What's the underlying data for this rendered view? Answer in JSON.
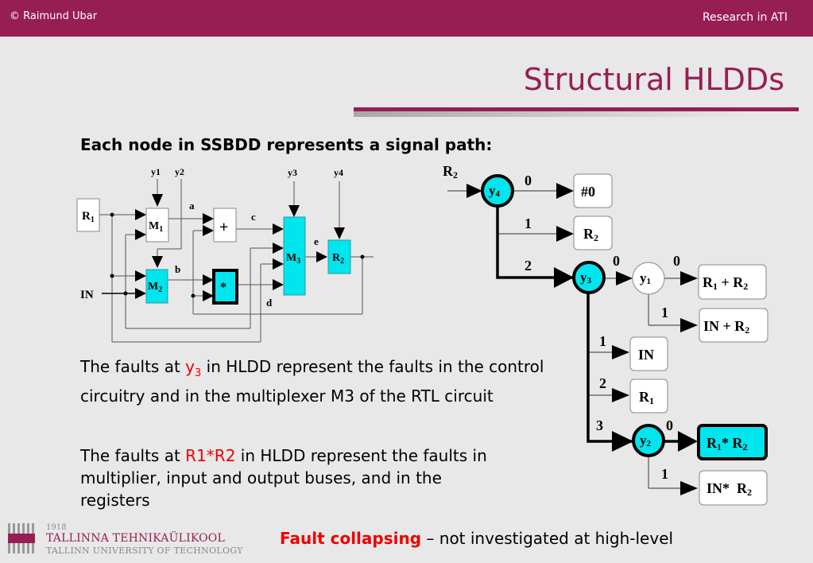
{
  "header": {
    "author": "© Raimund Ubar",
    "right_label": "Research in ATI",
    "brand_color": "#971e52"
  },
  "slide": {
    "title": "Structural HLDDs",
    "subheading": "Each node in SSBDD represents a signal path:",
    "paragraph1": {
      "prefix": "The faults at ",
      "highlight_base": "y",
      "highlight_sub": "3",
      "suffix": " in HLDD represent the faults in the control circuitry and in the multiplexer M3 of the RTL circuit"
    },
    "paragraph2": {
      "prefix": "The faults at ",
      "highlight": "R1*R2",
      "suffix": " in HLDD represent the faults in multiplier, input and output buses, and in the registers"
    },
    "footer_note": {
      "highlight": "Fault collapsing",
      "rest": " – not investigated at high-level"
    },
    "highlight_color": "#ee0000"
  },
  "circuit": {
    "control_inputs": [
      "y1",
      "y2",
      "y3",
      "y4"
    ],
    "blocks": {
      "r1": {
        "base": "R",
        "sub": "1"
      },
      "m1": {
        "base": "M",
        "sub": "1"
      },
      "m2": {
        "base": "M",
        "sub": "2"
      },
      "m3": {
        "base": "M",
        "sub": "3"
      },
      "r2": {
        "base": "R",
        "sub": "2"
      },
      "adder": "+",
      "multiplier": "*"
    },
    "input_label": "IN",
    "wire_labels": [
      "a",
      "b",
      "c",
      "d",
      "e"
    ],
    "highlight_fill": "#00e5ee"
  },
  "hldd": {
    "root_label": {
      "base": "R",
      "sub": "2"
    },
    "nodes": {
      "y4": {
        "base": "y",
        "sub": "4"
      },
      "y3": {
        "base": "y",
        "sub": "3"
      },
      "y1": {
        "base": "y",
        "sub": "1"
      },
      "y2": {
        "base": "y",
        "sub": "2"
      }
    },
    "edges": {
      "y4_0": "0",
      "y4_1": "1",
      "y4_2": "2",
      "y3_0": "0",
      "y3_1": "1",
      "y3_2": "2",
      "y3_3": "3",
      "y1_0": "0",
      "y1_1": "1",
      "y2_0": "0",
      "y2_1": "1"
    },
    "terminals": {
      "t_const0": "#0",
      "t_r2": {
        "base": "R",
        "sub": "2"
      },
      "t_r1_plus_r2": {
        "a": "R",
        "asub": "1",
        "op": " + ",
        "b": "R",
        "bsub": "2"
      },
      "t_in_plus_r2": {
        "a": "IN",
        "op": " + ",
        "b": "R",
        "bsub": "2"
      },
      "t_in": "IN",
      "t_r1": {
        "base": "R",
        "sub": "1"
      },
      "t_r1_times_r2": {
        "a": "R",
        "asub": "1",
        "op": "* ",
        "b": "R",
        "bsub": "2"
      },
      "t_in_times_r2": {
        "a": "IN",
        "op": "*  ",
        "b": "R",
        "bsub": "2"
      }
    }
  },
  "logo": {
    "year": "1918",
    "name_et": "TALLINNA TEHNIKAÜLIKOOL",
    "name_en": "TALLINN UNIVERSITY OF TECHNOLOGY"
  }
}
